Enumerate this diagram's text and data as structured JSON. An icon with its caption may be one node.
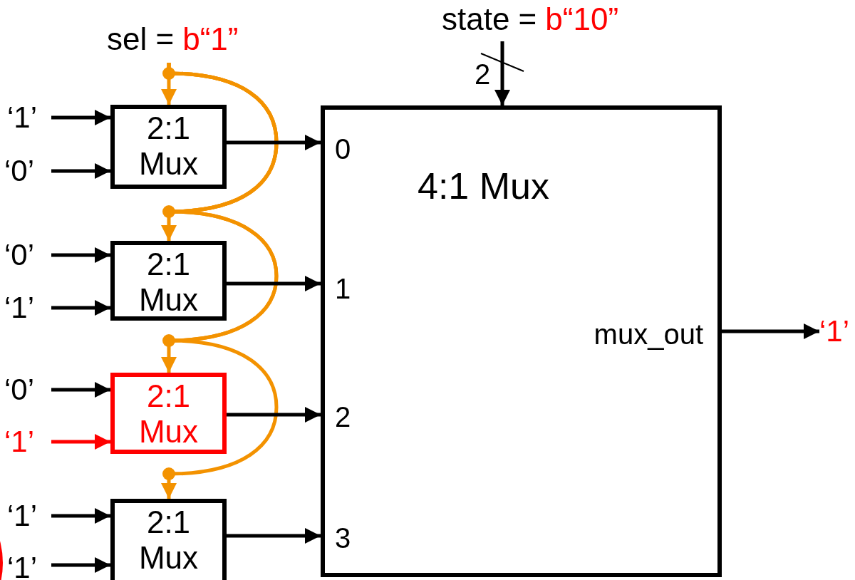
{
  "diagram": {
    "nodes": [
      {
        "text": [
          "sel =",
          "b“1”"
        ]
      },
      {
        "text": [
          "state =",
          "b“10”"
        ]
      },
      {
        "text": [
          "‘1’"
        ]
      },
      {
        "text": [
          "‘0’"
        ]
      },
      {
        "text": [
          "2:1 Mux"
        ]
      },
      {
        "text": [
          "4:1 Mux",
          "0",
          "1",
          "2",
          "3",
          "mux_out"
        ]
      },
      {
        "text": [
          "‘0’"
        ]
      },
      {
        "text": [
          "‘1’"
        ]
      },
      {
        "text": [
          "2:1 Mux"
        ]
      },
      {
        "text": [
          "‘0’"
        ]
      },
      {
        "text": [
          "‘1’"
        ]
      },
      {
        "text": [
          "2:1 Mux"
        ]
      },
      {
        "text": [
          "‘1’"
        ]
      },
      {
        "text": [
          "‘1’"
        ]
      },
      {
        "text": [
          "2:1 Mux"
        ]
      },
      {
        "text": [
          "‘1’"
        ]
      }
    ],
    "edges": [
      {
        "from": 0,
        "to": 4,
        "arrow": "to",
        "color": "#f39200"
      },
      {
        "from": 0,
        "to": 8,
        "arrow": "to",
        "color": "#f39200"
      },
      {
        "from": 0,
        "to": 11,
        "arrow": "to",
        "color": "#f39200"
      },
      {
        "from": 0,
        "to": 14,
        "arrow": "to",
        "color": "#f39200"
      },
      {
        "from": 1,
        "to": 5,
        "arrow": "to",
        "label": "2"
      },
      {
        "from": 2,
        "to": 4,
        "arrow": "to"
      },
      {
        "from": 3,
        "to": 4,
        "arrow": "to"
      },
      {
        "from": 6,
        "to": 8,
        "arrow": "to"
      },
      {
        "from": 7,
        "to": 8,
        "arrow": "to"
      },
      {
        "from": 9,
        "to": 11,
        "arrow": "to"
      },
      {
        "from": 10,
        "to": 11,
        "arrow": "to",
        "color": "#ff0000"
      },
      {
        "from": 12,
        "to": 14,
        "arrow": "to"
      },
      {
        "from": 13,
        "to": 14,
        "arrow": "to"
      },
      {
        "from": 4,
        "to": 5,
        "arrow": "to"
      },
      {
        "from": 8,
        "to": 5,
        "arrow": "to"
      },
      {
        "from": 11,
        "to": 5,
        "arrow": "to"
      },
      {
        "from": 14,
        "to": 5,
        "arrow": "to"
      },
      {
        "from": 5,
        "to": 15,
        "arrow": "to"
      }
    ]
  }
}
